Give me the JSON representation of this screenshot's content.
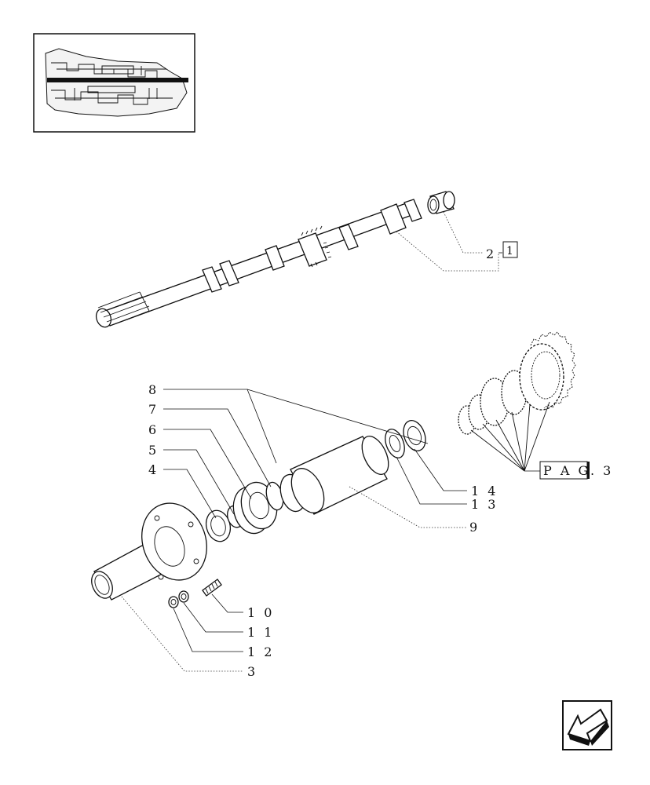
{
  "callouts": {
    "c2": "2",
    "c1": "1",
    "c8": "8",
    "c7": "7",
    "c6": "6",
    "c5": "5",
    "c4": "4",
    "c14": "1 4",
    "c13": "1 3",
    "c9": "9",
    "c10": "1 0",
    "c11": "1 1",
    "c12": "1 2",
    "c3": "3",
    "pag_label": "P A G",
    "pag_num": ". 3"
  },
  "icons": {
    "thumbnail": "transmission-section-thumbnail",
    "nav": "back-arrow-icon"
  }
}
